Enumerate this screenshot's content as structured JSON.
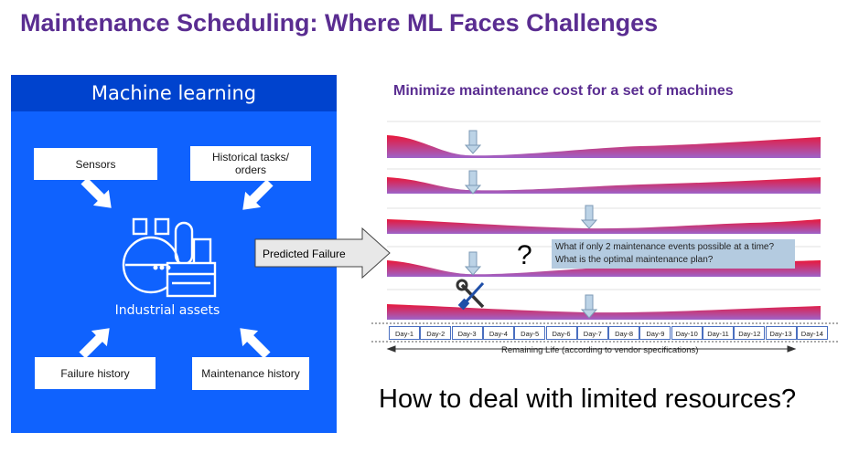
{
  "title": "Maintenance Scheduling: Where ML Faces Challenges",
  "ml_panel": {
    "header": "Machine learning",
    "sensors": "Sensors",
    "historical_line1": "Historical tasks/",
    "historical_line2": "orders",
    "assets": "Industrial assets",
    "failure_history": "Failure history",
    "maintenance_history": "Maintenance history"
  },
  "arrow_label": "Predicted Failure",
  "schedule": {
    "title": "Minimize maintenance cost for a set of machines",
    "question_mark": "?",
    "question_line1": "What if only 2 maintenance events possible at a time?",
    "question_line2": "What is the optimal maintenance plan?",
    "days": [
      "Day-1",
      "Day-2",
      "Day-3",
      "Day-4",
      "Day-5",
      "Day-6",
      "Day-7",
      "Day-8",
      "Day-9",
      "Day-10",
      "Day-11",
      "Day-12",
      "Day-13",
      "Day-14"
    ],
    "remaining_life": "Remaining Life (according to vendor specifications)",
    "machines": [
      {
        "maintenance_day": 3
      },
      {
        "maintenance_day": 3
      },
      {
        "maintenance_day": 7
      },
      {
        "maintenance_day": 3
      },
      {
        "maintenance_day": 7
      }
    ]
  },
  "colors": {
    "title": "#5a2d91",
    "panel": "#0f62fe",
    "panel_header": "#0043ce",
    "curve_top": "#e8173a",
    "curve_bottom": "#9d63c9",
    "callout": "#b4cbe0"
  },
  "icons": [
    "industrial-plant-icon",
    "wrench-screwdriver-icon",
    "down-arrow-icon"
  ],
  "bottom_question": "How to deal with limited resources?"
}
